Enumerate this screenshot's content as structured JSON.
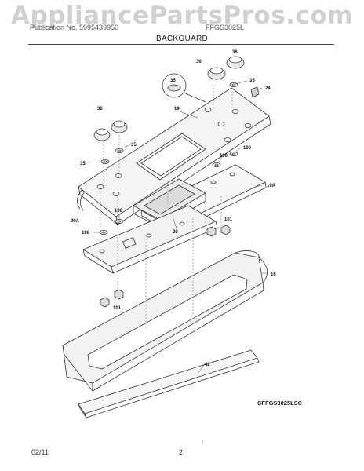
{
  "watermark": "AppliancePartsPros.com",
  "header": {
    "category_line": "Publication No. 5995439950",
    "model": "FFGS3025L"
  },
  "section_title": "BACKGUARD",
  "diagram_code": "CFFGS3025LSC",
  "footer": {
    "date": "02/11",
    "page": "2"
  },
  "callouts": {
    "c36a": "36",
    "c36b": "36",
    "c36c": "36",
    "c35a": "35",
    "c35b": "35",
    "c35c": "35",
    "c35d": "35",
    "c24": "24",
    "c19": "19",
    "c19a": "19A",
    "c100a": "100",
    "c100b": "100",
    "c100c": "100",
    "c100d": "100",
    "c99a": "99A",
    "c20": "20",
    "c101a": "101",
    "c101b": "101",
    "c16": "16",
    "c42": "42"
  }
}
